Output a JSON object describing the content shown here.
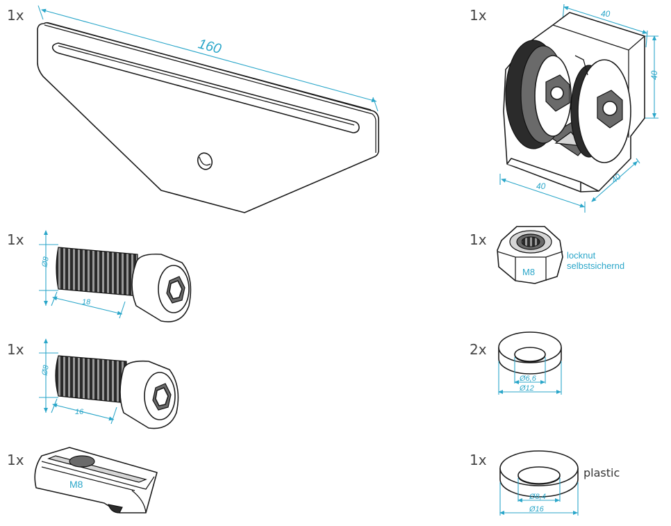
{
  "parts": {
    "plate": {
      "quantity": "1x",
      "dimension": "160"
    },
    "bracket": {
      "quantity": "1x",
      "width": "40",
      "height": "40",
      "base": "40",
      "depth": "40"
    },
    "screw18": {
      "quantity": "1x",
      "diameter": "Ø8",
      "length": "18"
    },
    "screw16": {
      "quantity": "1x",
      "diameter": "Ø8",
      "length": "16"
    },
    "tnut": {
      "quantity": "1x",
      "label": "M8"
    },
    "locknut": {
      "quantity": "1x",
      "size": "M8",
      "caption_line1": "locknut",
      "caption_line2": "selbstsichernd"
    },
    "washer_small": {
      "quantity": "2x",
      "inner": "Ø6,6",
      "outer": "Ø12"
    },
    "washer_plastic": {
      "quantity": "1x",
      "inner": "Ø8,4",
      "outer": "Ø16",
      "material": "plastic"
    }
  },
  "colors": {
    "dimension": "#2aa6c9",
    "line": "#1a1a1a"
  }
}
